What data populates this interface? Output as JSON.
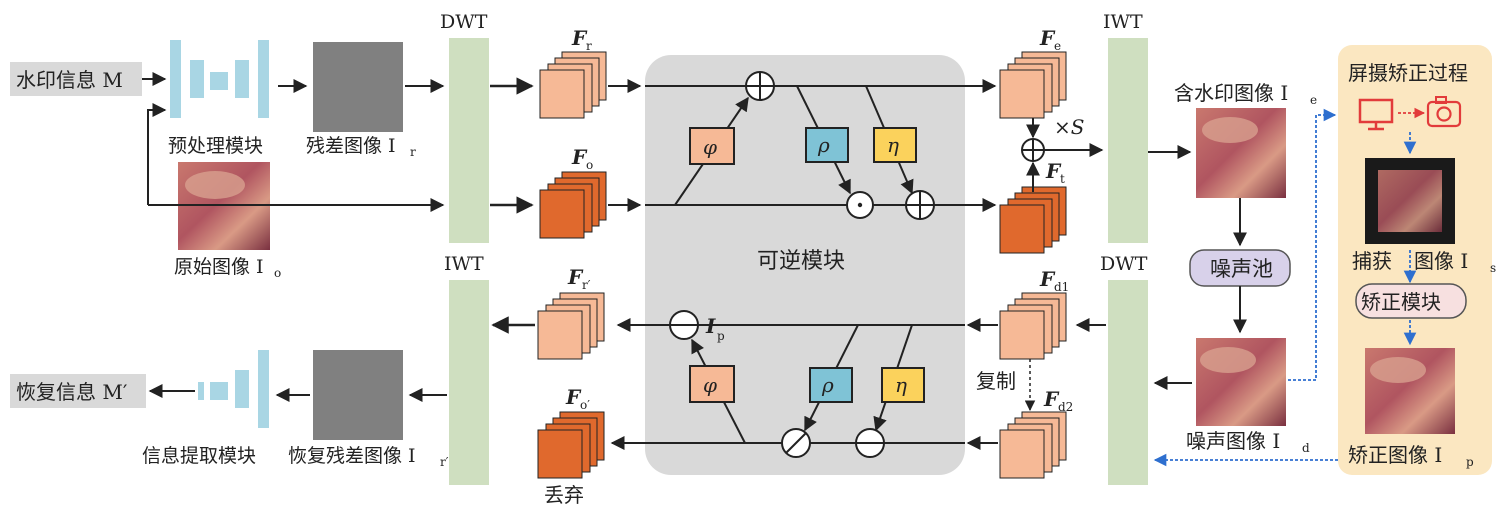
{
  "colors": {
    "dwt_bar": "#cfdfc0",
    "preproc_blue": "#a9d6e4",
    "feat_light": "#f6b996",
    "feat_dark": "#e0692d",
    "phi_box": "#f6b996",
    "rho_box": "#7fc3d6",
    "eta_box": "#fbd25c",
    "invertible_bg": "#d9d9d9",
    "noise_pool": "#d8d1ea",
    "screen_panel": "#fbe7c1",
    "screen_icon_red": "#e23b3b",
    "dashed_blue": "#2e6fcf"
  },
  "labels": {
    "watermark_info": "水印信息 M",
    "recovered_info": "恢复信息 M′",
    "preproc_module": "预处理模块",
    "residual_image": "残差图像 I",
    "residual_sub": "r",
    "original_image": "原始图像 I",
    "original_sub": "o",
    "extract_module": "信息提取模块",
    "recovered_residual": "恢复残差图像 I",
    "recovered_residual_sub": "r′",
    "dwt_top": "DWT",
    "iwt_left": "IWT",
    "iwt_right": "IWT",
    "dwt_right": "DWT",
    "fr": "F",
    "fr_sub": "r",
    "fo": "F",
    "fo_sub": "o",
    "fe": "F",
    "fe_sub": "e",
    "ft": "F",
    "ft_sub": "t",
    "fr_prime": "F",
    "fr_prime_sub": "r′",
    "fo_prime": "F",
    "fo_prime_sub": "o′",
    "fd1": "F",
    "fd1_sub": "d1",
    "fd2": "F",
    "fd2_sub": "d2",
    "ip": "I",
    "ip_sub": "p",
    "invertible_module": "可逆模块",
    "times_s": "×S",
    "phi": "φ",
    "rho": "ρ",
    "eta": "η",
    "watermarked_image": "含水印图像 I",
    "watermarked_sub": "e",
    "noise_pool": "噪声池",
    "noise_image": "噪声图像 I",
    "noise_sub": "d",
    "copy": "复制",
    "discard": "丢弃",
    "screen_process": "屏摄矫正过程",
    "captured_image": "捕获",
    "captured_image2": "图像 I",
    "captured_sub": "s",
    "correct_module": "矫正模块",
    "corrected_image": "矫正图像 I",
    "corrected_sub": "p"
  }
}
